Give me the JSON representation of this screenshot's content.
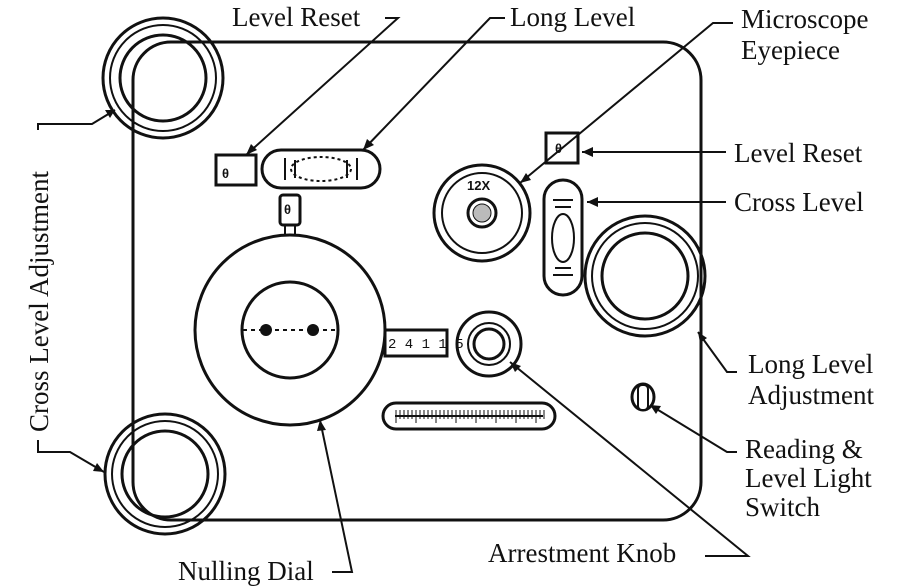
{
  "labels": {
    "level_reset_top": "Level Reset",
    "long_level": "Long Level",
    "microscope_line1": "Microscope",
    "microscope_line2": "Eyepiece",
    "level_reset_right": "Level Reset",
    "cross_level": "Cross Level",
    "cross_level_adjustment": "Cross Level Adjustment",
    "long_level_adjustment_line1": "Long Level",
    "long_level_adjustment_line2": "Adjustment",
    "switch_line1": "Reading &",
    "switch_line2": "Level Light",
    "switch_line3": "Switch",
    "nulling_dial": "Nulling Dial",
    "arrestment_knob": "Arrestment Knob"
  },
  "instrument": {
    "eyepiece_magnification": "12X",
    "counter_reading": "2 4 1 1 5",
    "reset_symbol_left": "θ",
    "reset_symbol_right": "θ",
    "reset_symbol_stem": "θ"
  }
}
